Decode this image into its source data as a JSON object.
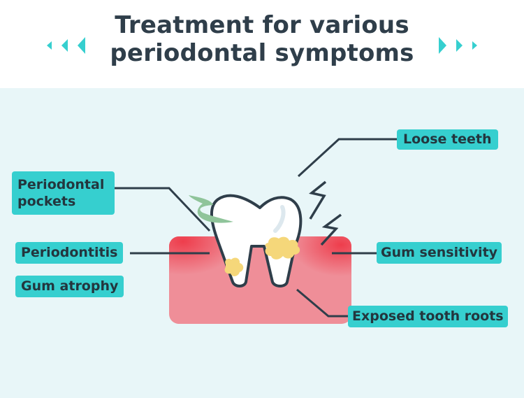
{
  "title": {
    "line1": "Treatment for various",
    "line2": "periodontal symptoms"
  },
  "colors": {
    "accent": "#36cfcf",
    "title_text": "#2f3e4a",
    "panel_background": "#e8f6f8",
    "gum": "#ef8e98",
    "gum_inflamed": "#ee3d4c",
    "plaque": "#f5d77a",
    "odor": "#8fc49a",
    "tooth_outline": "#2f3e4a"
  },
  "icons": {
    "left_decoration": "triple-chevron-left-icon",
    "right_decoration": "triple-chevron-right-icon"
  },
  "labels": {
    "loose_teeth": "Loose teeth",
    "periodontal_pockets_line1": "Periodontal",
    "periodontal_pockets_line2": "pockets",
    "periodontitis": "Periodontitis",
    "gum_atrophy": "Gum atrophy",
    "gum_sensitivity": "Gum sensitivity",
    "exposed_tooth_roots": "Exposed tooth roots"
  }
}
